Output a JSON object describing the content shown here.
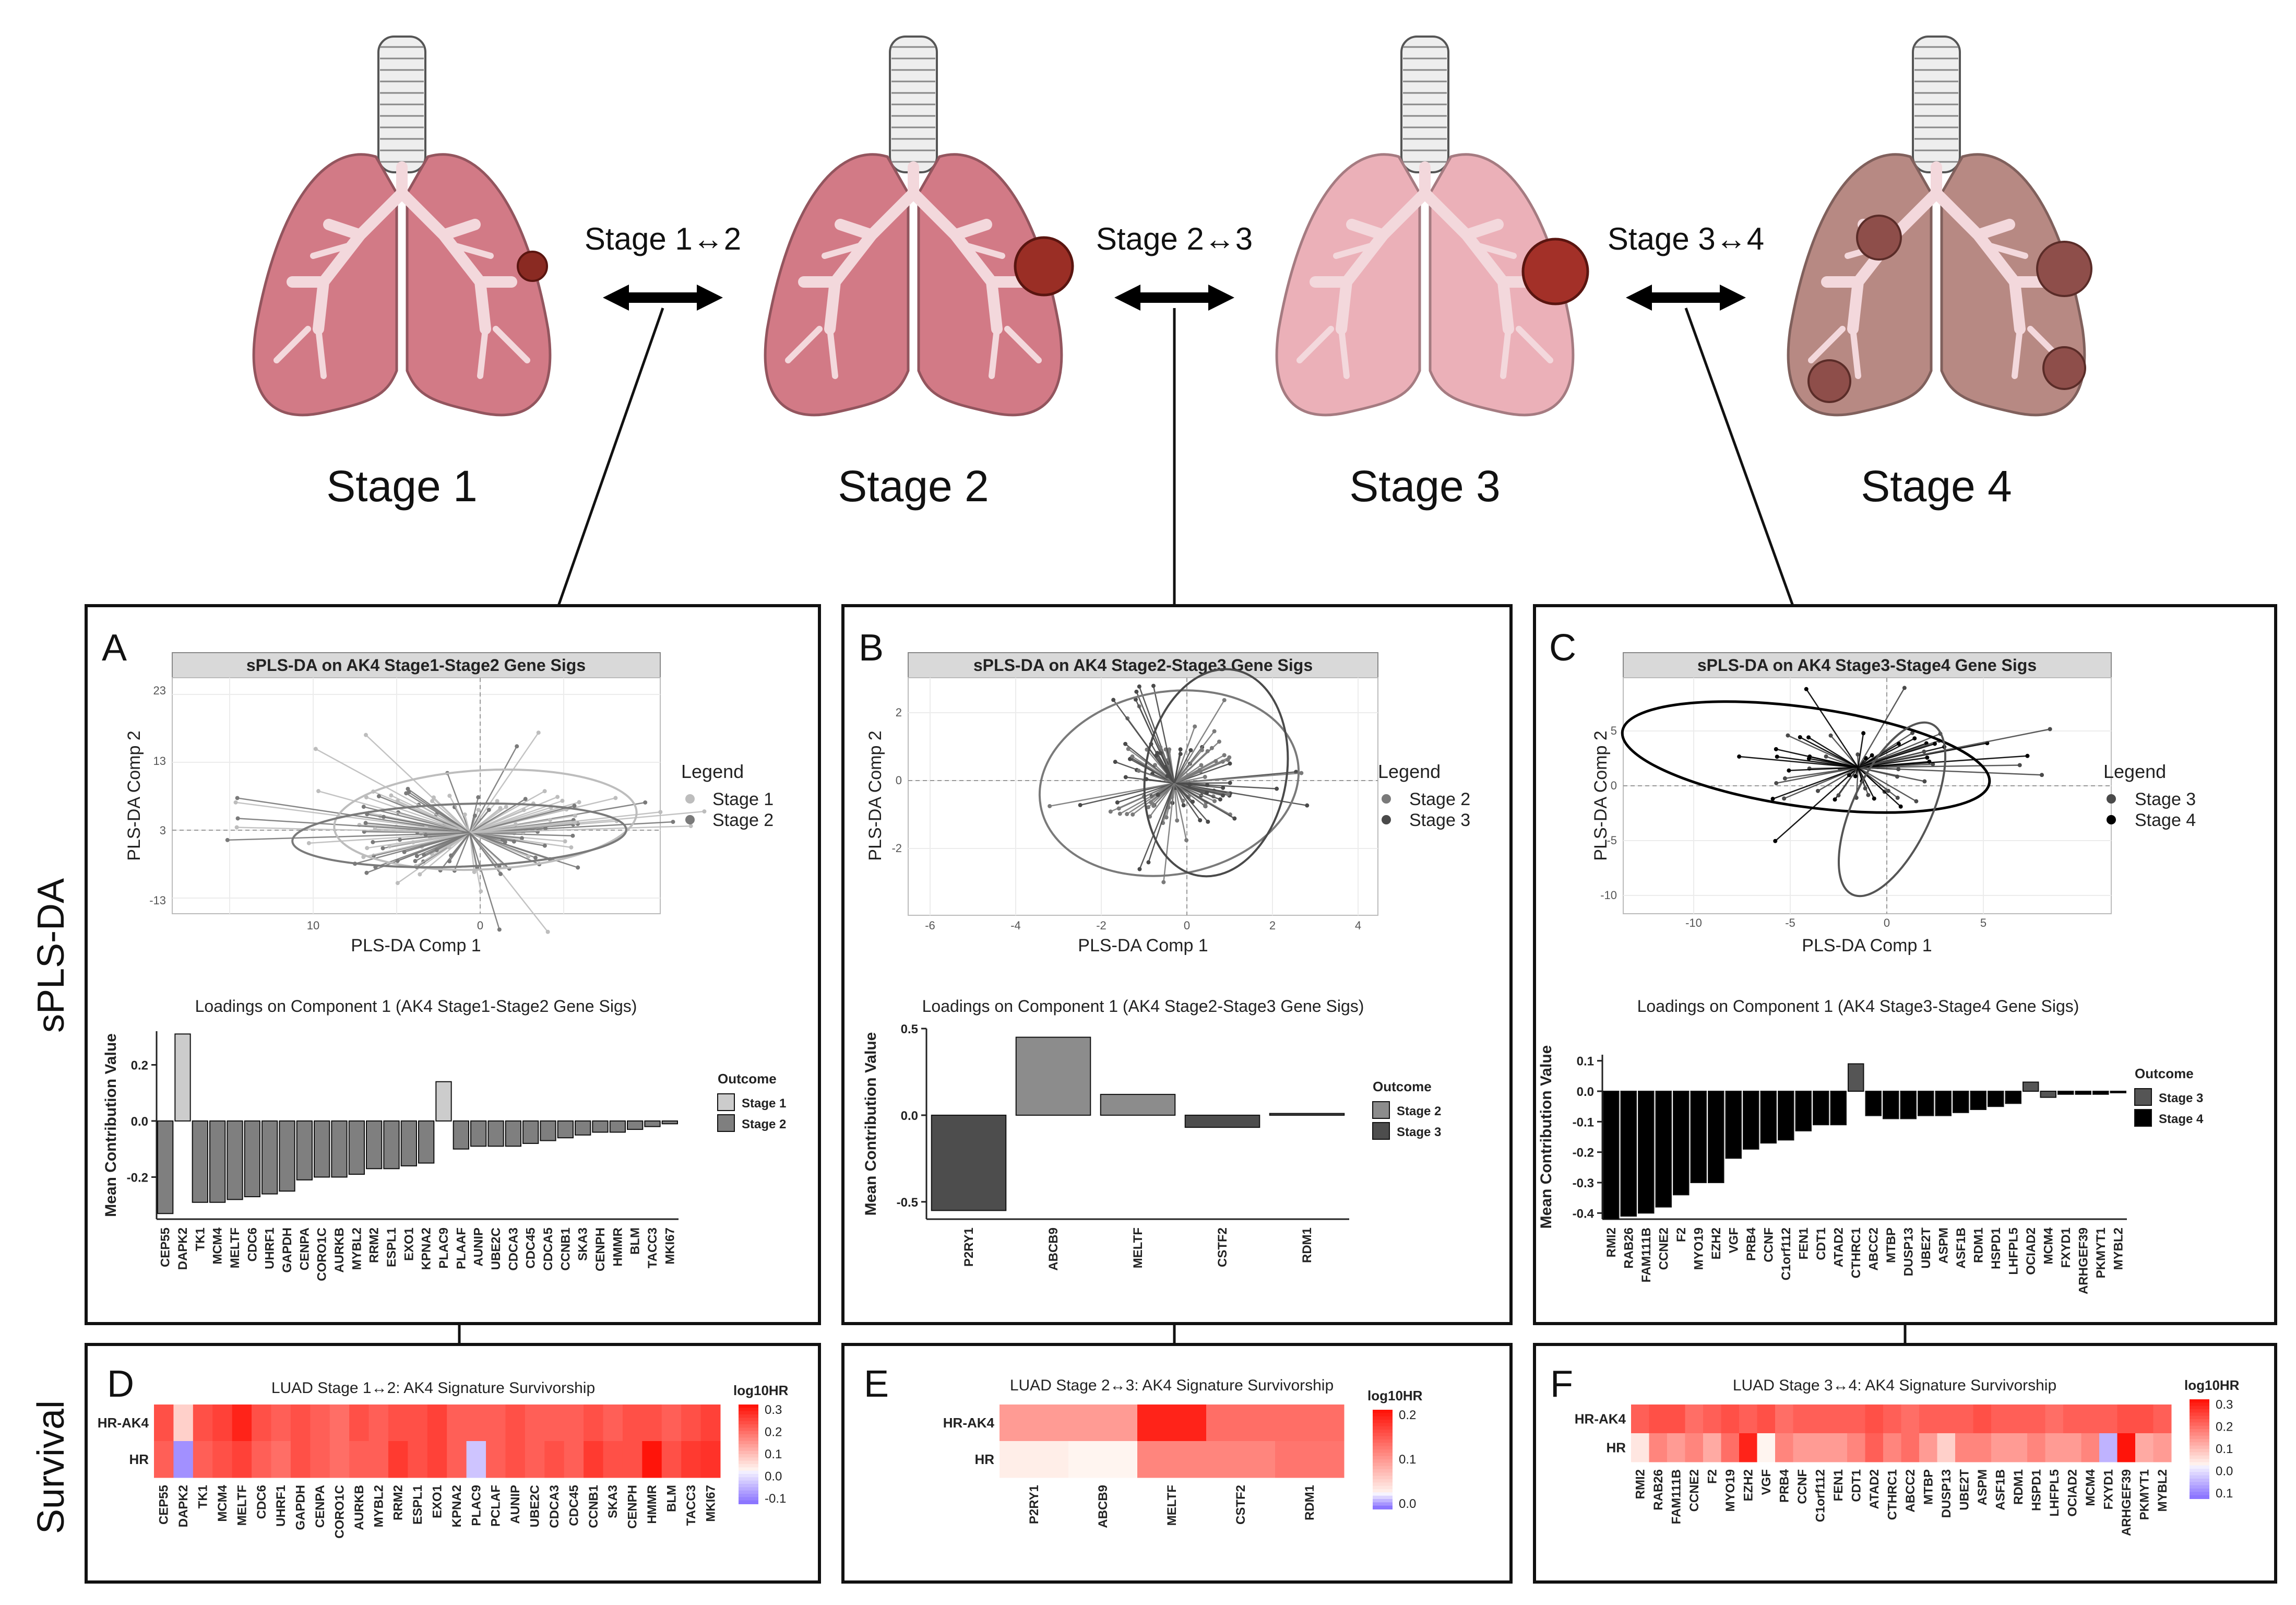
{
  "stages": {
    "labels": [
      "Stage 1",
      "Stage 2",
      "Stage 3",
      "Stage 4"
    ],
    "colors": [
      "#d27a86",
      "#d27a86",
      "#ebb0b8",
      "#b78983"
    ],
    "transitions": [
      "Stage 1↔2",
      "Stage 2↔3",
      "Stage 3↔4"
    ]
  },
  "row_labels": {
    "top": "sPLS-DA",
    "bottom": "Survival"
  },
  "panels": {
    "A": {
      "letter": "A",
      "scatter_title": "sPLS-DA on AK4 Stage1-Stage2 Gene Sigs",
      "xlabel": "PLS-DA Comp 1",
      "ylabel": "PLS-DA Comp 2",
      "yticks": [
        "23",
        "13",
        "3",
        "-13"
      ],
      "xticks": [
        "10",
        "0"
      ],
      "legend_title": "Legend",
      "legend": [
        "Stage 1",
        "Stage 2"
      ],
      "legend_colors": [
        "#bdbdbd",
        "#7a7a7a"
      ]
    },
    "B": {
      "letter": "B",
      "scatter_title": "sPLS-DA on AK4 Stage2-Stage3 Gene Sigs",
      "xlabel": "PLS-DA Comp 1",
      "ylabel": "PLS-DA Comp 2",
      "yticks": [
        "2",
        "0",
        "-2"
      ],
      "xticks": [
        "-6",
        "-4",
        "-2",
        "0",
        "2",
        "4"
      ],
      "legend_title": "Legend",
      "legend": [
        "Stage 2",
        "Stage 3"
      ],
      "legend_colors": [
        "#7a7a7a",
        "#4a4a4a"
      ]
    },
    "C": {
      "letter": "C",
      "scatter_title": "sPLS-DA on AK4 Stage3-Stage4 Gene Sigs",
      "xlabel": "PLS-DA Comp 1",
      "ylabel": "PLS-DA Comp 2",
      "yticks": [
        "5",
        "0",
        "-5",
        "-10"
      ],
      "xticks": [
        "-10",
        "-5",
        "0",
        "5"
      ],
      "legend_title": "Legend",
      "legend": [
        "Stage 3",
        "Stage 4"
      ],
      "legend_colors": [
        "#4a4a4a",
        "#000000"
      ]
    },
    "D": {
      "letter": "D"
    },
    "E": {
      "letter": "E"
    },
    "F": {
      "letter": "F"
    }
  },
  "chart_data": [
    {
      "type": "bar",
      "title": "Loadings on Component 1 (AK4 Stage1-Stage2 Gene Sigs)",
      "ylabel": "Mean Contribution Value",
      "ylim": [
        -0.35,
        0.32
      ],
      "yticks": [
        -0.2,
        0.0,
        0.2
      ],
      "ytick_labels": [
        "-0.2",
        "0.0",
        "0.2"
      ],
      "legend_title": "Outcome",
      "legend": [
        "Stage 1",
        "Stage 2"
      ],
      "colors": [
        "#cccccc",
        "#7f7f7f"
      ],
      "categories": [
        "CEP55",
        "DAPK2",
        "TK1",
        "MCM4",
        "MELTF",
        "CDC6",
        "UHRF1",
        "GAPDH",
        "CENPA",
        "CORO1C",
        "AURKB",
        "MYBL2",
        "RRM2",
        "ESPL1",
        "EXO1",
        "KPNA2",
        "PLAC9",
        "PLAAF",
        "AUNIP",
        "UBE2C",
        "CDCA3",
        "CDC45",
        "CDCA5",
        "CCNB1",
        "SKA3",
        "CENPH",
        "HMMR",
        "BLM",
        "TACC3",
        "MKI67"
      ],
      "values": [
        -0.33,
        0.31,
        -0.29,
        -0.29,
        -0.28,
        -0.27,
        -0.26,
        -0.25,
        -0.21,
        -0.2,
        -0.2,
        -0.19,
        -0.17,
        -0.17,
        -0.16,
        -0.15,
        0.14,
        -0.1,
        -0.09,
        -0.09,
        -0.09,
        -0.08,
        -0.07,
        -0.06,
        -0.05,
        -0.04,
        -0.04,
        -0.03,
        -0.02,
        -0.01
      ],
      "outcome": [
        2,
        1,
        2,
        2,
        2,
        2,
        2,
        2,
        2,
        2,
        2,
        2,
        2,
        2,
        2,
        2,
        1,
        2,
        2,
        2,
        2,
        2,
        2,
        2,
        2,
        2,
        2,
        2,
        2,
        2
      ]
    },
    {
      "type": "bar",
      "title": "Loadings on Component 1 (AK4 Stage2-Stage3 Gene Sigs)",
      "ylabel": "Mean Contribution Value",
      "ylim": [
        -0.6,
        0.5
      ],
      "yticks": [
        -0.5,
        0.0,
        0.5
      ],
      "ytick_labels": [
        "-0.5",
        "0.0",
        "0.5"
      ],
      "legend_title": "Outcome",
      "legend": [
        "Stage 2",
        "Stage 3"
      ],
      "colors": [
        "#8c8c8c",
        "#4d4d4d"
      ],
      "categories": [
        "P2RY1",
        "ABCB9",
        "MELTF",
        "CSTF2",
        "RDM1"
      ],
      "values": [
        -0.55,
        0.45,
        0.12,
        -0.07,
        0.01
      ],
      "outcome": [
        2,
        1,
        1,
        2,
        2
      ]
    },
    {
      "type": "bar",
      "title": "Loadings on Component 1 (AK4 Stage3-Stage4 Gene Sigs)",
      "ylabel": "Mean Contribution Value",
      "ylim": [
        -0.42,
        0.12
      ],
      "yticks": [
        0.1,
        0.0,
        -0.1,
        -0.2,
        -0.3,
        -0.4
      ],
      "ytick_labels": [
        "0.1",
        "0.0",
        "-0.1",
        "-0.2",
        "-0.3",
        "-0.4"
      ],
      "legend_title": "Outcome",
      "legend": [
        "Stage 3",
        "Stage 4"
      ],
      "colors": [
        "#555555",
        "#000000"
      ],
      "categories": [
        "RMI2",
        "RAB26",
        "FAM111B",
        "CCNE2",
        "F2",
        "MYO19",
        "EZH2",
        "VGF",
        "PRB4",
        "CCNF",
        "C1orf112",
        "FEN1",
        "CDT1",
        "ATAD2",
        "CTHRC1",
        "ABCC2",
        "MTBP",
        "DUSP13",
        "UBE2T",
        "ASPM",
        "ASF1B",
        "RDM1",
        "HSPD1",
        "LHFPL5",
        "OCIAD2",
        "MCM4",
        "FXYD1",
        "ARHGEF39",
        "PKMYT1",
        "MYBL2"
      ],
      "values": [
        -0.42,
        -0.41,
        -0.4,
        -0.38,
        -0.34,
        -0.3,
        -0.3,
        -0.22,
        -0.19,
        -0.17,
        -0.16,
        -0.13,
        -0.11,
        -0.11,
        0.09,
        -0.08,
        -0.09,
        -0.09,
        -0.08,
        -0.08,
        -0.07,
        -0.06,
        -0.05,
        -0.04,
        0.03,
        -0.02,
        -0.01,
        -0.01,
        -0.01,
        -0.005
      ],
      "outcome": [
        4,
        4,
        4,
        4,
        4,
        4,
        4,
        4,
        4,
        4,
        4,
        4,
        4,
        4,
        3,
        4,
        4,
        4,
        4,
        4,
        4,
        4,
        4,
        4,
        3,
        3,
        4,
        4,
        4,
        4
      ]
    },
    {
      "type": "heatmap",
      "title": "LUAD Stage 1↔2: AK4 Signature Survivorship",
      "legend_title": "log10HR",
      "colorbar_ticks": [
        "0.3",
        "0.2",
        "0.1",
        "0.0",
        "-0.1"
      ],
      "rows": [
        "HR-AK4",
        "HR"
      ],
      "columns": [
        "CEP55",
        "DAPK2",
        "TK1",
        "MCM4",
        "MELTF",
        "CDC6",
        "UHRF1",
        "GAPDH",
        "CENPA",
        "CORO1C",
        "AURKB",
        "MYBL2",
        "RRM2",
        "ESPL1",
        "EXO1",
        "KPNA2",
        "PLAC9",
        "PCLAF",
        "AUNIP",
        "UBE2C",
        "CDCA3",
        "CDC45",
        "CCNB1",
        "SKA3",
        "CENPH",
        "HMMR",
        "BLM",
        "TACC3",
        "MKI67"
      ],
      "values": [
        [
          0.22,
          0.05,
          0.22,
          0.24,
          0.28,
          0.22,
          0.2,
          0.22,
          0.2,
          0.18,
          0.22,
          0.2,
          0.22,
          0.22,
          0.24,
          0.2,
          0.2,
          0.2,
          0.22,
          0.2,
          0.2,
          0.2,
          0.22,
          0.2,
          0.22,
          0.22,
          0.2,
          0.22,
          0.24
        ],
        [
          0.2,
          -0.12,
          0.2,
          0.22,
          0.24,
          0.2,
          0.18,
          0.22,
          0.2,
          0.18,
          0.2,
          0.2,
          0.25,
          0.22,
          0.24,
          0.2,
          -0.06,
          0.2,
          0.22,
          0.2,
          0.22,
          0.2,
          0.25,
          0.22,
          0.22,
          0.3,
          0.22,
          0.25,
          0.26
        ]
      ]
    },
    {
      "type": "heatmap",
      "title": "LUAD Stage 2↔3: AK4 Signature Survivorship",
      "legend_title": "log10HR",
      "colorbar_ticks": [
        "0.2",
        "0.1",
        "0.0"
      ],
      "rows": [
        "HR-AK4",
        "HR"
      ],
      "columns": [
        "P2RY1",
        "ABCB9",
        "MELTF",
        "CSTF2",
        "RDM1"
      ],
      "values": [
        [
          0.12,
          0.12,
          0.28,
          0.18,
          0.18
        ],
        [
          0.01,
          0.0,
          0.15,
          0.15,
          0.17
        ]
      ]
    },
    {
      "type": "heatmap",
      "title": "LUAD Stage 3↔4: AK4 Signature Survivorship",
      "legend_title": "log10HR",
      "colorbar_ticks": [
        "0.3",
        "0.2",
        "0.1",
        "0.0",
        "0.1"
      ],
      "rows": [
        "HR-AK4",
        "HR"
      ],
      "columns": [
        "RMI2",
        "RAB26",
        "FAM111B",
        "CCNE2",
        "F2",
        "MYO19",
        "EZH2",
        "VGF",
        "PRB4",
        "CCNF",
        "C1orf112",
        "FEN1",
        "CDT1",
        "ATAD2",
        "CTHRC1",
        "ABCC2",
        "MTBP",
        "DUSP13",
        "UBE2T",
        "ASPM",
        "ASF1B",
        "RDM1",
        "HSPD1",
        "LHFPL5",
        "OCIAD2",
        "MCM4",
        "FXYD1",
        "ARHGEF39",
        "PKMYT1",
        "MYBL2"
      ],
      "values": [
        [
          0.2,
          0.22,
          0.22,
          0.18,
          0.2,
          0.22,
          0.2,
          0.22,
          0.18,
          0.2,
          0.2,
          0.2,
          0.2,
          0.22,
          0.2,
          0.18,
          0.2,
          0.2,
          0.2,
          0.22,
          0.2,
          0.2,
          0.2,
          0.18,
          0.2,
          0.2,
          0.2,
          0.22,
          0.22,
          0.2
        ],
        [
          0.02,
          0.15,
          0.12,
          0.15,
          0.1,
          0.18,
          0.28,
          0.0,
          0.15,
          0.12,
          0.12,
          0.12,
          0.15,
          0.2,
          0.15,
          0.18,
          0.12,
          0.05,
          0.15,
          0.15,
          0.12,
          0.12,
          0.15,
          0.12,
          0.12,
          0.15,
          -0.08,
          0.3,
          0.1,
          0.12
        ]
      ]
    }
  ]
}
